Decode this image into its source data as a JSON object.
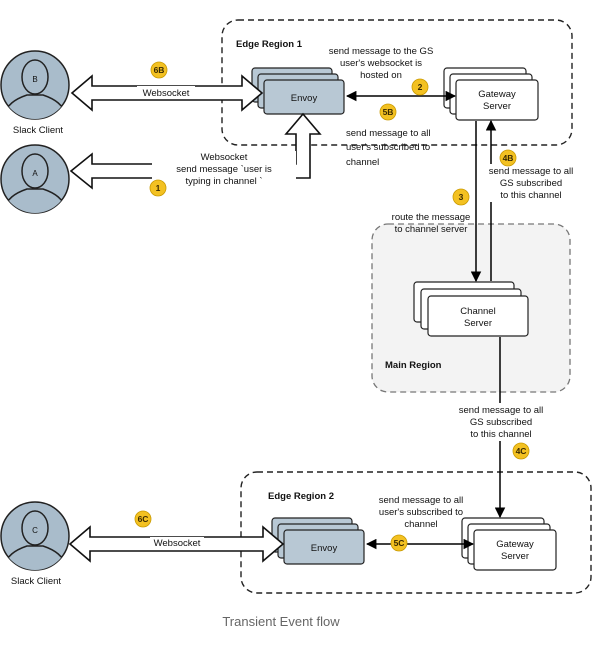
{
  "regions": {
    "edge1": "Edge Region 1",
    "main": "Main Region",
    "edge2": "Edge Region 2"
  },
  "nodes": {
    "envoy1": "Envoy",
    "gateway1": [
      "Gateway",
      "Server"
    ],
    "channel": [
      "Channel",
      "Server"
    ],
    "envoy2": "Envoy",
    "gateway2": [
      "Gateway",
      "Server"
    ]
  },
  "clients": {
    "b": {
      "letter": "B",
      "label": "Slack Client"
    },
    "a": {
      "letter": "A"
    },
    "c": {
      "letter": "C",
      "label": "Slack Client"
    }
  },
  "steps": {
    "s1": "1",
    "s2": "2",
    "s3": "3",
    "s4b": "4B",
    "s4c": "4C",
    "s5b": "5B",
    "s5c": "5C",
    "s6b": "6B",
    "s6c": "6C"
  },
  "labels": {
    "ws_6b": "Websocket",
    "ws_a": [
      "Websocket",
      "send message `user is",
      "typing in channel `"
    ],
    "gs_msg": [
      "send message to the GS",
      "user's websocket is",
      "hosted on"
    ],
    "subscribed_5b": [
      "send message to all",
      "user's subscribed to",
      "channel"
    ],
    "route": [
      "route the message",
      "to channel server"
    ],
    "gs_4b": [
      "send message to all",
      "GS subscribed",
      "to this channel"
    ],
    "gs_4c": [
      "send message to all",
      "GS subscribed",
      "to this channel"
    ],
    "subscribed_5c": [
      "send message to all",
      "user's subscribed to",
      "channel"
    ],
    "ws_6c": "Websocket"
  },
  "caption": "Transient Event flow",
  "colors": {
    "envoy_fill": "#b8c8d4",
    "avatar_fill": "#a9bccb",
    "badge_fill": "#f3c122",
    "region_fill": "#f3f3f3"
  }
}
